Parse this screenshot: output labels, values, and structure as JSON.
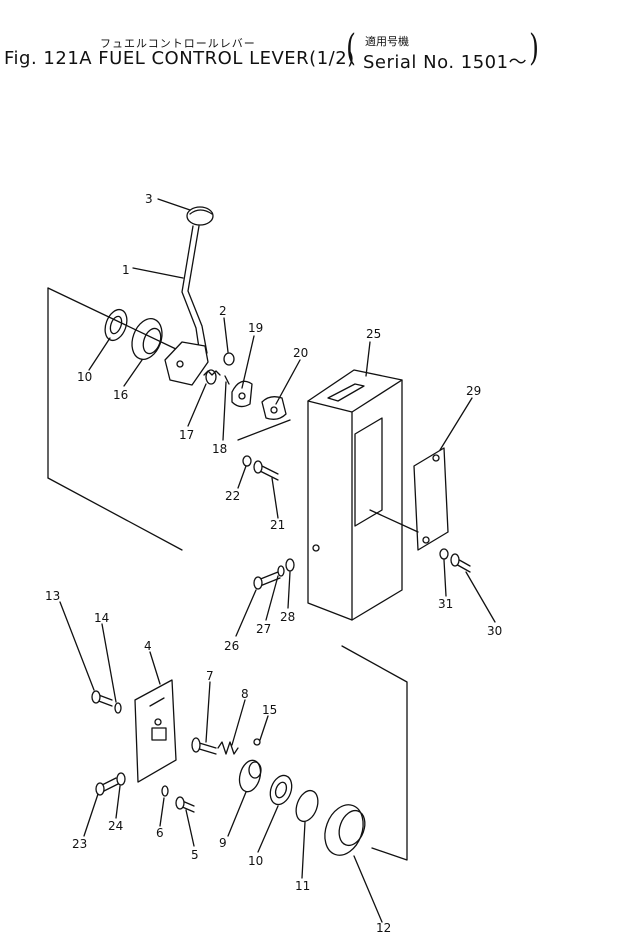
{
  "header": {
    "jp_title": "フュエルコントロールレバー",
    "figure_title": "Fig. 121A FUEL CONTROL LEVER(1/2)",
    "applicable_label": "適用号機",
    "serial": "Serial No. 1501～",
    "paren_open": "(",
    "paren_close": ")"
  },
  "callouts": {
    "n1": "1",
    "n2": "2",
    "n3": "3",
    "n4": "4",
    "n5": "5",
    "n6": "6",
    "n7": "7",
    "n8": "8",
    "n9": "9",
    "n10a": "10",
    "n10b": "10",
    "n11": "11",
    "n12": "12",
    "n13": "13",
    "n14": "14",
    "n15": "15",
    "n16": "16",
    "n17": "17",
    "n18": "18",
    "n19": "19",
    "n20": "20",
    "n21": "21",
    "n22": "22",
    "n23": "23",
    "n24": "24",
    "n25": "25",
    "n26": "26",
    "n27": "27",
    "n28": "28",
    "n29": "29",
    "n30": "30",
    "n31": "31"
  }
}
